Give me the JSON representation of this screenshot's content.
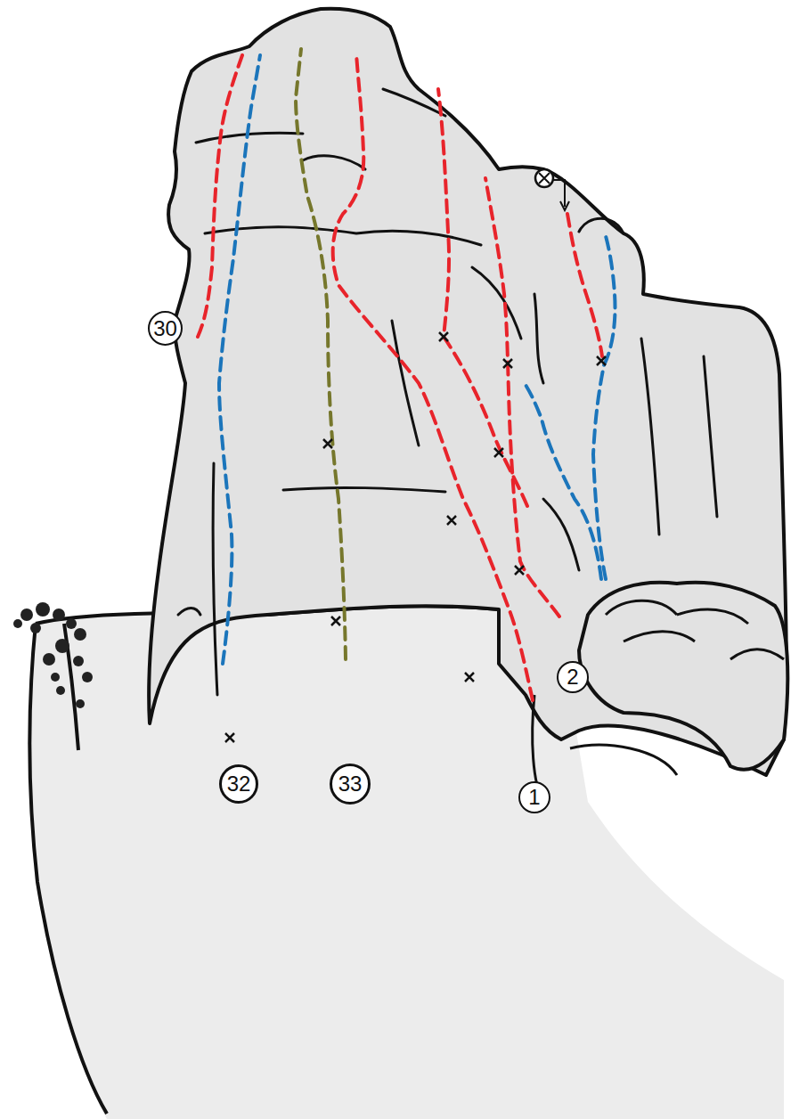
{
  "diagram": {
    "nodes": [
      {
        "text": [
          "30"
        ]
      },
      {
        "text": [
          "2"
        ]
      },
      {
        "text": [
          "32"
        ]
      },
      {
        "text": [
          "33"
        ]
      },
      {
        "text": [
          "1"
        ]
      }
    ]
  }
}
